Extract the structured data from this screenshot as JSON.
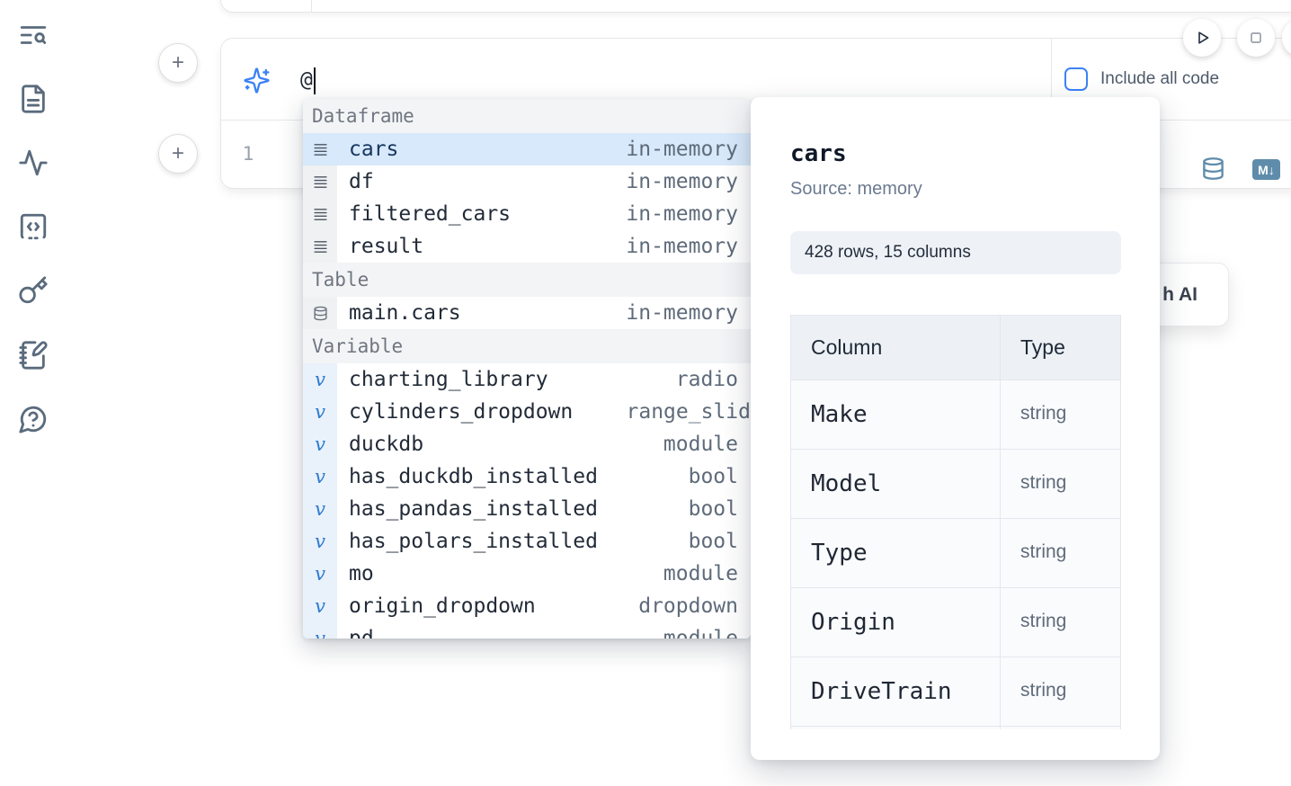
{
  "sidebar": {
    "icons": [
      {
        "name": "text-search-icon"
      },
      {
        "name": "file-document-icon"
      },
      {
        "name": "activity-icon"
      },
      {
        "name": "code-snippet-icon"
      },
      {
        "name": "key-icon"
      },
      {
        "name": "notebook-pen-icon"
      },
      {
        "name": "help-chat-icon"
      }
    ]
  },
  "toolbar": {
    "run_button": "play-icon",
    "stop_button": "stop-icon"
  },
  "cell": {
    "add_button_label": "+",
    "prompt_value": "@",
    "include_all_code_label": "Include all code",
    "line_number": "1",
    "markdown_badge_label": "M↓"
  },
  "ai_button": {
    "visible_label": "h AI"
  },
  "autocomplete": {
    "sections": [
      {
        "label": "Dataframe",
        "icon": "rows",
        "items": [
          {
            "name": "cars",
            "type": "in-memory",
            "selected": true
          },
          {
            "name": "df",
            "type": "in-memory"
          },
          {
            "name": "filtered_cars",
            "type": "in-memory"
          },
          {
            "name": "result",
            "type": "in-memory"
          }
        ]
      },
      {
        "label": "Table",
        "icon": "database",
        "items": [
          {
            "name": "main.cars",
            "type": "in-memory"
          }
        ]
      },
      {
        "label": "Variable",
        "icon": "variable",
        "items": [
          {
            "name": "charting_library",
            "type": "radio"
          },
          {
            "name": "cylinders_dropdown",
            "type": "range_slid",
            "clipped": true
          },
          {
            "name": "duckdb",
            "type": "module"
          },
          {
            "name": "has_duckdb_installed",
            "type": "bool"
          },
          {
            "name": "has_pandas_installed",
            "type": "bool"
          },
          {
            "name": "has_polars_installed",
            "type": "bool"
          },
          {
            "name": "mo",
            "type": "module"
          },
          {
            "name": "origin_dropdown",
            "type": "dropdown"
          },
          {
            "name": "pd",
            "type": "module"
          }
        ]
      }
    ]
  },
  "preview_panel": {
    "title": "cars",
    "source": "Source: memory",
    "shape": "428 rows, 15 columns",
    "table": {
      "headers": [
        "Column",
        "Type"
      ],
      "rows": [
        [
          "Make",
          "string"
        ],
        [
          "Model",
          "string"
        ],
        [
          "Type",
          "string"
        ],
        [
          "Origin",
          "string"
        ],
        [
          "DriveTrain",
          "string"
        ],
        [
          "",
          ""
        ]
      ]
    }
  },
  "colors": {
    "accent_blue": "#3b82f6",
    "selection_blue": "#d7e9fa",
    "sidebar_icon": "#5a6b7d",
    "cell_action_blue": "#5f8cab",
    "border": "#e6e7ea"
  }
}
